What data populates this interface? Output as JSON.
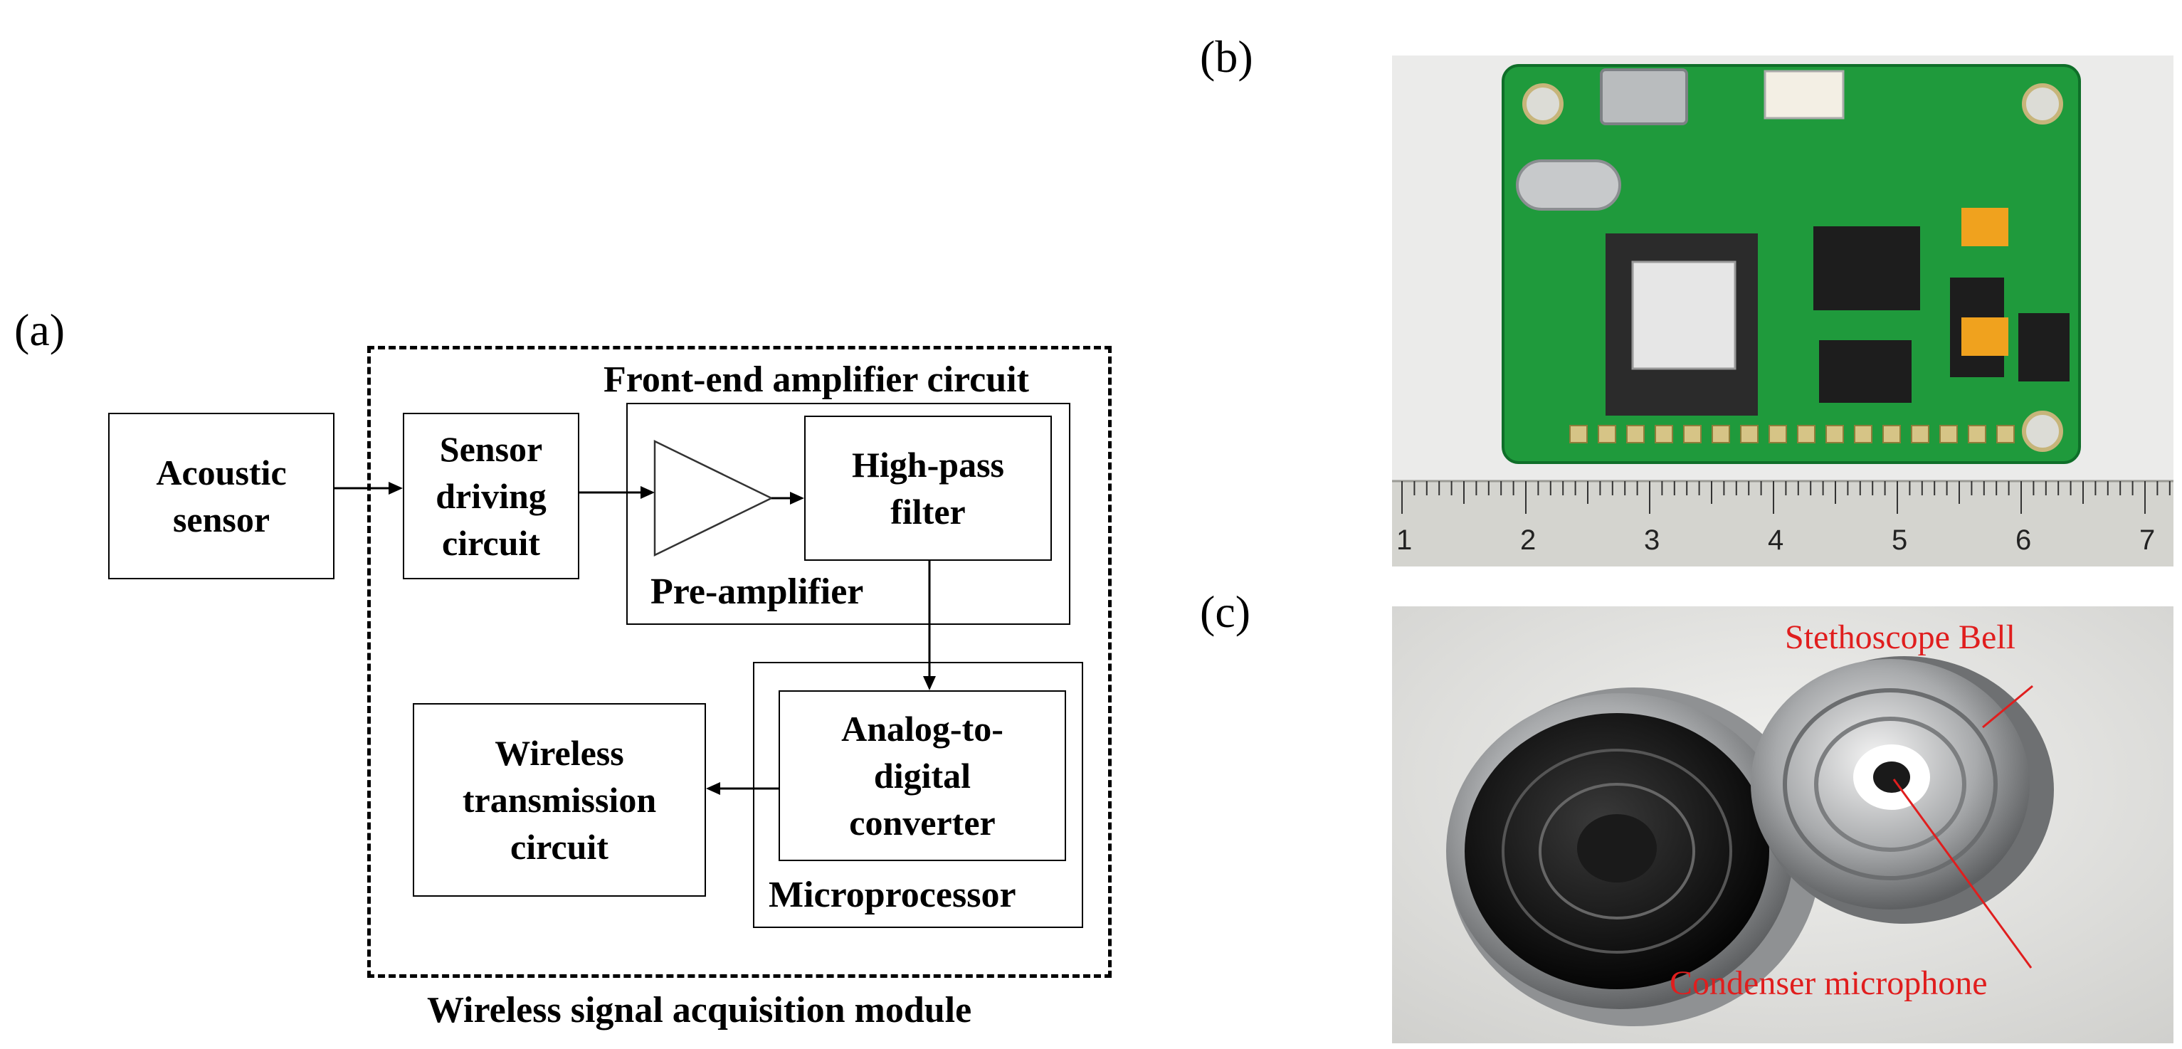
{
  "panel_labels": {
    "a": "(a)",
    "b": "(b)",
    "c": "(c)"
  },
  "diagram": {
    "module_label": "Wireless signal acquisition module",
    "frontend_label": "Front-end amplifier circuit",
    "preamp_label": "Pre-amplifier",
    "microprocessor_label": "Microprocessor",
    "nodes": {
      "acoustic_sensor": "Acoustic\nsensor",
      "sensor_driving": "Sensor\ndriving\ncircuit",
      "high_pass": "High-pass\nfilter",
      "adc": "Analog-to-\ndigital\nconverter",
      "wireless_tx": "Wireless\ntransmission\ncircuit"
    },
    "edges": [
      {
        "from": "acoustic_sensor",
        "to": "sensor_driving"
      },
      {
        "from": "sensor_driving",
        "to": "pre_amplifier"
      },
      {
        "from": "pre_amplifier",
        "to": "high_pass"
      },
      {
        "from": "high_pass",
        "to": "adc"
      },
      {
        "from": "adc",
        "to": "wireless_tx"
      }
    ]
  },
  "photo_c": {
    "annotation_bell": "Stethoscope Bell",
    "annotation_mic": "Condenser microphone"
  },
  "ruler_ticks": [
    "1",
    "2",
    "3",
    "4",
    "5",
    "6",
    "7"
  ],
  "colors": {
    "annotation": "#e01e1e",
    "pcb": "#1f9a3c",
    "ruler": "#d4d4cf"
  }
}
